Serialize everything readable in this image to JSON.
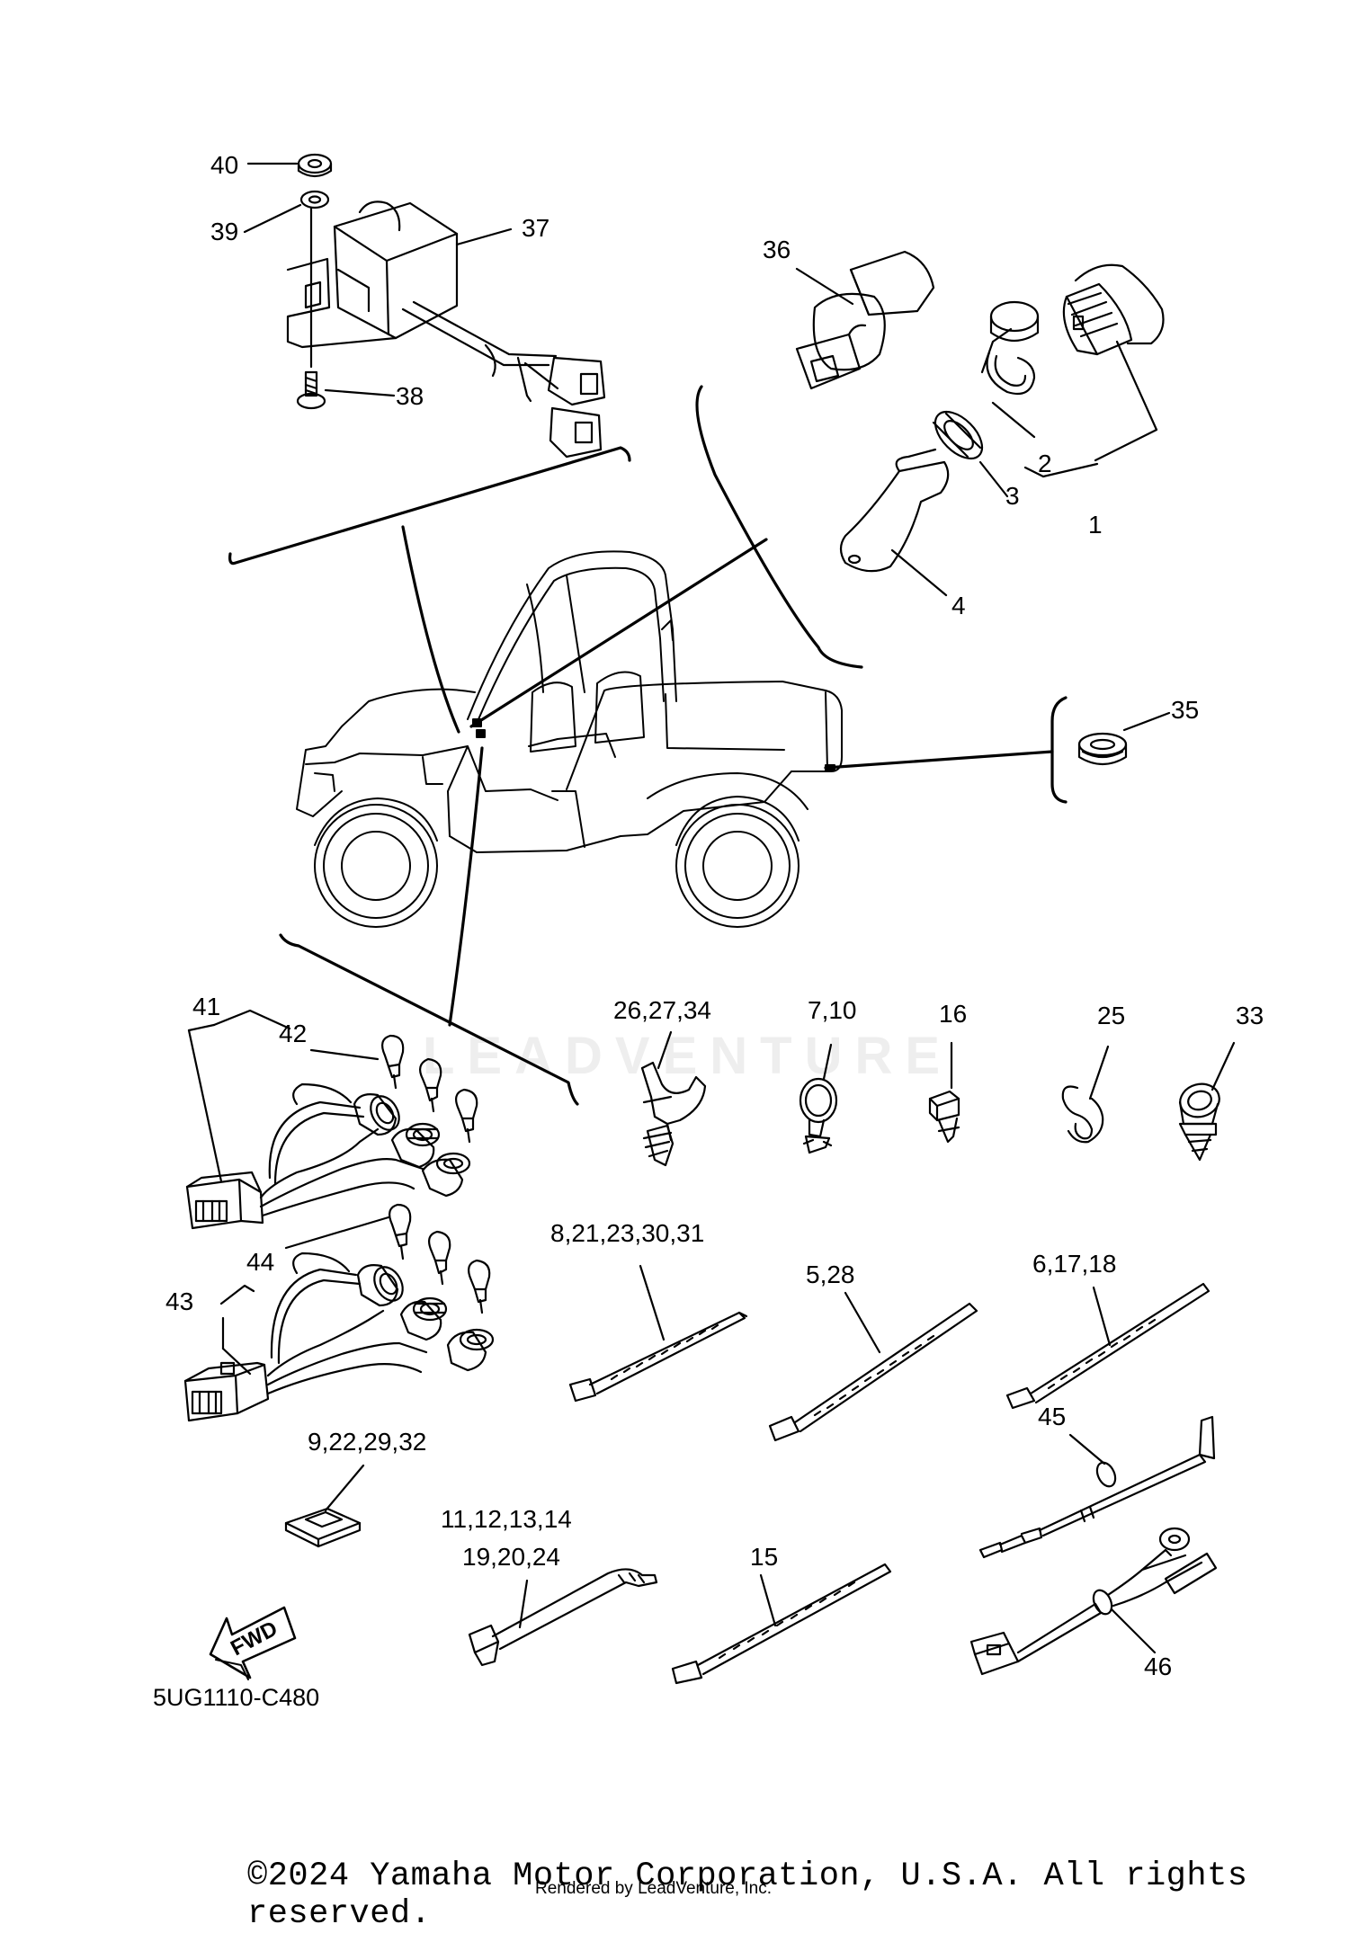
{
  "callouts": {
    "c40": "40",
    "c39": "39",
    "c37": "37",
    "c38": "38",
    "c36": "36",
    "c2": "2",
    "c3": "3",
    "c1": "1",
    "c4": "4",
    "c35": "35",
    "c41": "41",
    "c42": "42",
    "c44": "44",
    "c43": "43",
    "c26_27_34": "26,27,34",
    "c7_10": "7,10",
    "c16": "16",
    "c25": "25",
    "c33": "33",
    "c8_21": "8,21,23,30,31",
    "c5_28": "5,28",
    "c6_17_18": "6,17,18",
    "c45": "45",
    "c9_22": "9,22,29,32",
    "c11_14": "11,12,13,14",
    "c19_24": "19,20,24",
    "c15": "15",
    "c46": "46"
  },
  "fwd_label": "FWD",
  "diagram_code": "5UG1110-C480",
  "watermark": "LEADVENTURE",
  "copyright": "©2024 Yamaha Motor Corporation, U.S.A. All rights reserved.",
  "rendered_by": "Rendered by LeadVenture, Inc."
}
